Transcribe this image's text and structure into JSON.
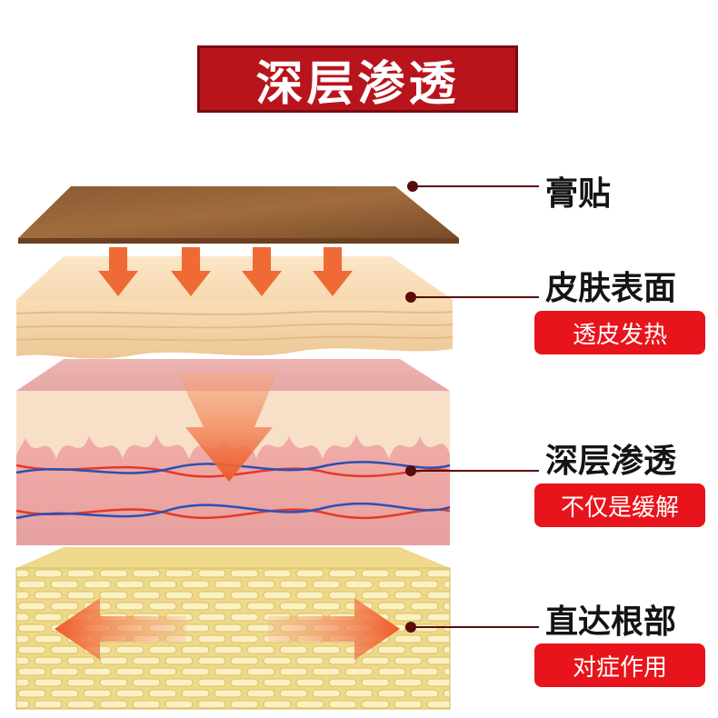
{
  "title": "深层渗透",
  "layers": [
    {
      "label": "膏贴",
      "tag": ""
    },
    {
      "label": "皮肤表面",
      "tag": "透皮发热"
    },
    {
      "label": "深层渗透",
      "tag": "不仅是缓解"
    },
    {
      "label": "直达根部",
      "tag": "对症作用"
    }
  ],
  "colors": {
    "title_bg": "#b8141c",
    "tag_bg": "#e8141c",
    "leader_line": "#5a0b0b",
    "arrow": "#f06a3a"
  }
}
